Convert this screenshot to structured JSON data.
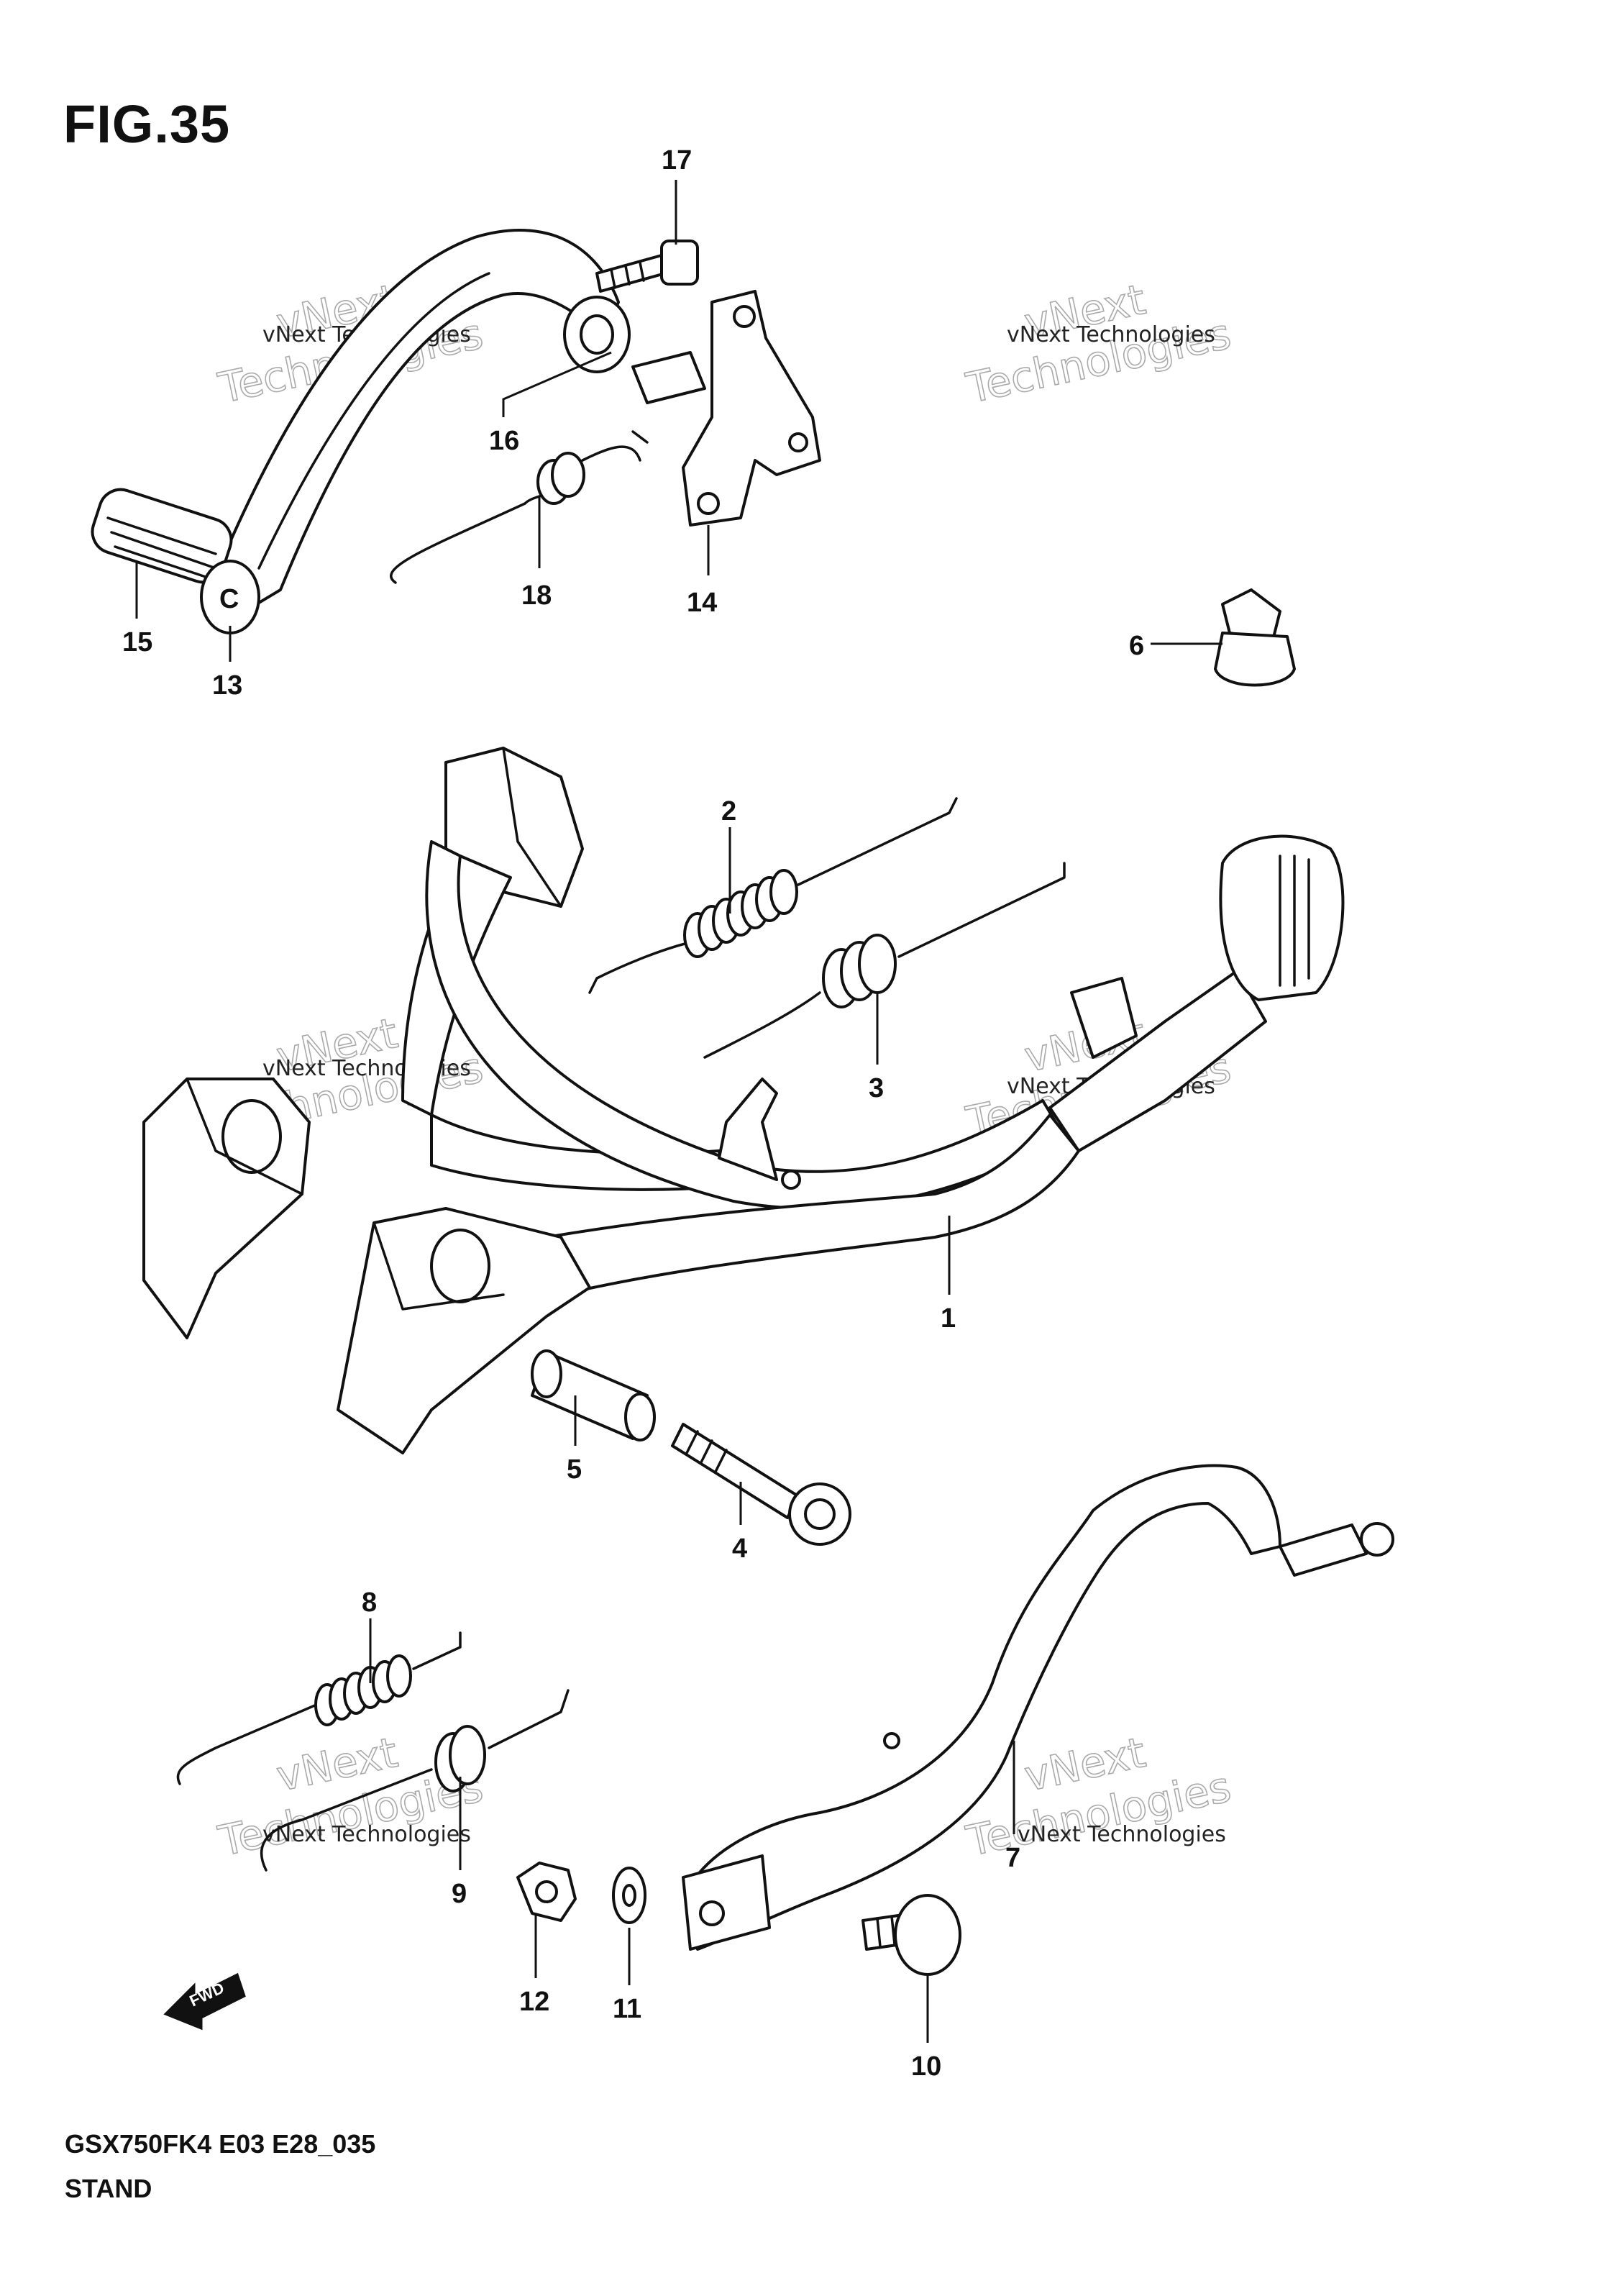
{
  "header": {
    "figure": "FIG.35"
  },
  "footer": {
    "model": "GSX750FK4 E03 E28_035",
    "title": "STAND"
  },
  "watermark": {
    "line1": "vNext Technologies",
    "line2": "vNext",
    "line3": "Technologies"
  },
  "callouts": [
    "1",
    "2",
    "3",
    "4",
    "5",
    "6",
    "7",
    "8",
    "9",
    "10",
    "11",
    "12",
    "13",
    "14",
    "15",
    "16",
    "17",
    "18"
  ],
  "marker": {
    "c": "C"
  },
  "direction": {
    "label": "FWD"
  }
}
